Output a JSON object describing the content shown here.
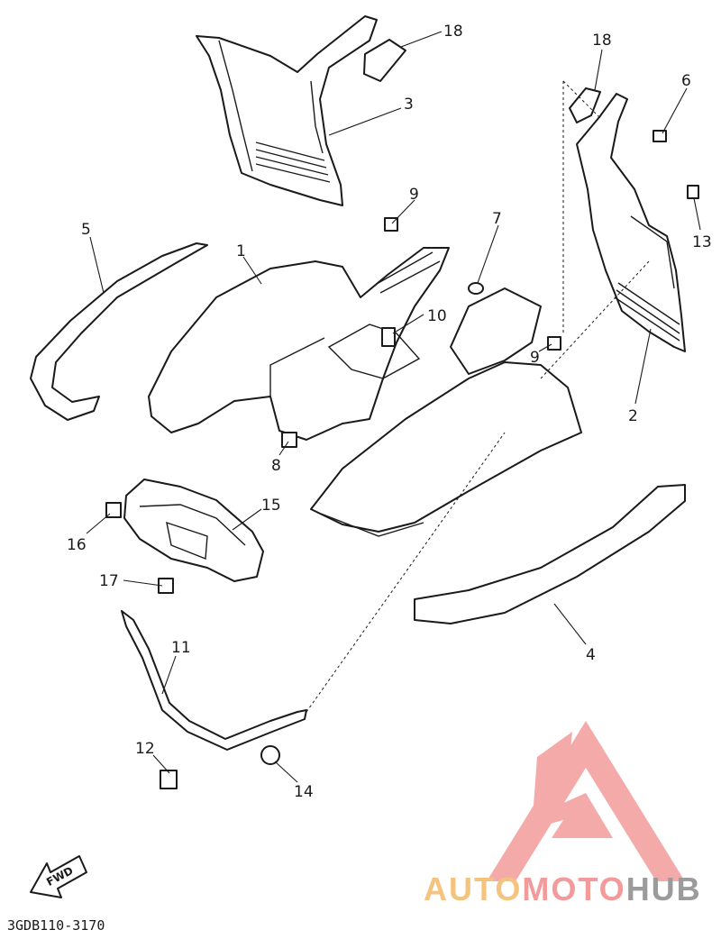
{
  "diagram": {
    "part_code": "3GDB110-3170",
    "fwd_label": "FWD",
    "callouts": [
      "1",
      "2",
      "3",
      "4",
      "5",
      "6",
      "7",
      "8",
      "9",
      "9",
      "10",
      "11",
      "12",
      "13",
      "14",
      "15",
      "16",
      "17",
      "18",
      "18"
    ]
  },
  "watermark": {
    "part1": "AUTO",
    "part2": "MOTO",
    "part3": "HUB",
    "colors": {
      "auto": "#f6c37e",
      "moto": "#f39a9a",
      "hub": "#9b9b9b",
      "logo": "#f49c9c"
    }
  }
}
